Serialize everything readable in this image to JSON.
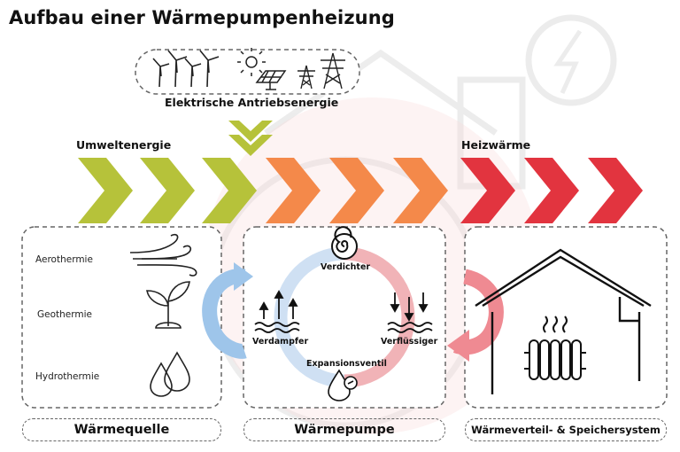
{
  "title": "Aufbau einer Wärmepumpenheizung",
  "energy_input": {
    "label": "Elektrische Antriebsenergie",
    "icons": [
      "wind-turbine-icon",
      "sun-icon",
      "solar-panel-icon",
      "power-pylon-icon"
    ]
  },
  "flows": {
    "ambient": "Umweltenergie",
    "heat": "Heizwärme"
  },
  "sources": {
    "items": [
      "Aerothermie",
      "Geothermie",
      "Hydrothermie"
    ],
    "icons": [
      "wind-icon",
      "plant-icon",
      "water-drops-icon"
    ]
  },
  "cycle": {
    "compressor": "Verdichter",
    "evaporator": "Verdampfer",
    "condenser": "Verflüssiger",
    "expansion_valve": "Expansionsventil"
  },
  "sections": {
    "source": "Wärmequelle",
    "pump": "Wärmepumpe",
    "distribution": "Wärmeverteil- & Speichersystem"
  },
  "colors": {
    "green": "#b6c23a",
    "orange": "#f4894a",
    "red": "#e2343f",
    "blue": "#9ec5ea",
    "pink": "#ef9aa0"
  }
}
